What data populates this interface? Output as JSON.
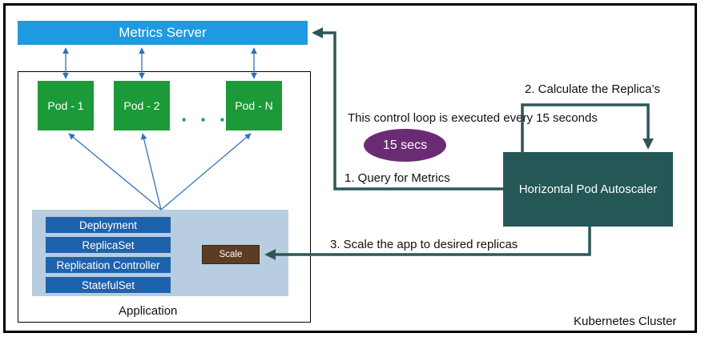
{
  "metrics_server": {
    "label": "Metrics Server"
  },
  "pods": [
    {
      "label": "Pod - 1"
    },
    {
      "label": "Pod - 2"
    },
    {
      "label": "Pod - N"
    }
  ],
  "pods_ellipsis": "· · ·",
  "controllers": [
    {
      "label": "Deployment"
    },
    {
      "label": "ReplicaSet"
    },
    {
      "label": "Replication Controller"
    },
    {
      "label": "StatefulSet"
    }
  ],
  "scale": {
    "label": "Scale"
  },
  "application": {
    "label": "Application"
  },
  "hpa": {
    "label": "Horizontal Pod Autoscaler"
  },
  "control_loop": {
    "text": "This control loop is executed every 15 seconds",
    "badge": "15 secs"
  },
  "steps": {
    "query": "1. Query for Metrics",
    "calculate": "2. Calculate the Replica’s",
    "scale": "3. Scale the app to desired replicas"
  },
  "cluster": {
    "label": "Kubernetes Cluster"
  },
  "colors": {
    "metrics_blue": "#1f9ae0",
    "pod_green": "#1c9a37",
    "controller_blue": "#1f62ac",
    "app_area": "#b8cde0",
    "scale_brown": "#5c3d23",
    "hpa_teal": "#255757",
    "badge_purple": "#6b2b74",
    "loop_arrow": "#2f5656",
    "pod_arrow": "#2f73b8"
  }
}
